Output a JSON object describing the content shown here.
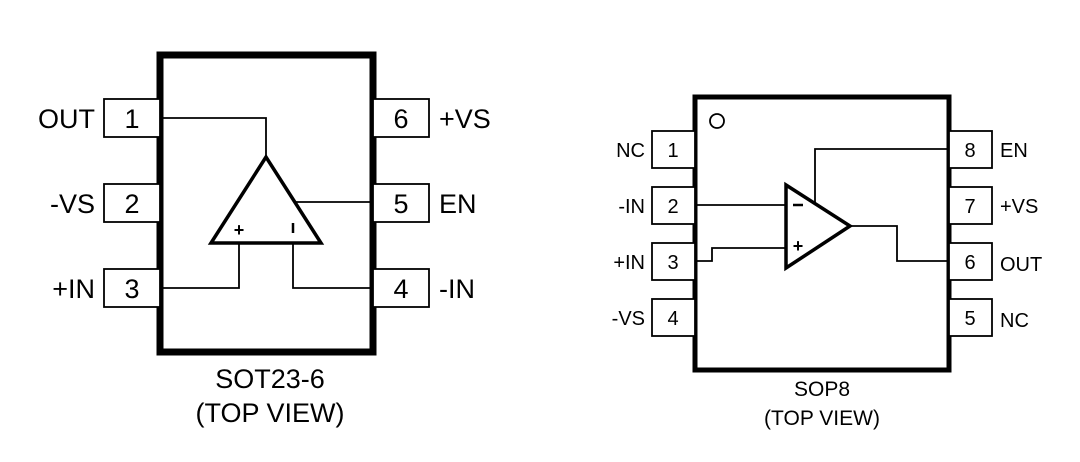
{
  "sot23": {
    "name": "SOT23-6",
    "view": "(TOP VIEW)",
    "pins": [
      {
        "num": "1",
        "label": "OUT"
      },
      {
        "num": "2",
        "label": "-VS"
      },
      {
        "num": "3",
        "label": "+IN"
      },
      {
        "num": "4",
        "label": "-IN"
      },
      {
        "num": "5",
        "label": "EN"
      },
      {
        "num": "6",
        "label": "+VS"
      }
    ],
    "amp": {
      "plus": "+",
      "minus": "-"
    }
  },
  "sop8": {
    "name": "SOP8",
    "view": "(TOP VIEW)",
    "pins": [
      {
        "num": "1",
        "label": "NC"
      },
      {
        "num": "2",
        "label": "-IN"
      },
      {
        "num": "3",
        "label": "+IN"
      },
      {
        "num": "4",
        "label": "-VS"
      },
      {
        "num": "5",
        "label": "NC"
      },
      {
        "num": "6",
        "label": "OUT"
      },
      {
        "num": "7",
        "label": "+VS"
      },
      {
        "num": "8",
        "label": "EN"
      }
    ],
    "amp": {
      "plus": "+",
      "minus": "-"
    }
  }
}
